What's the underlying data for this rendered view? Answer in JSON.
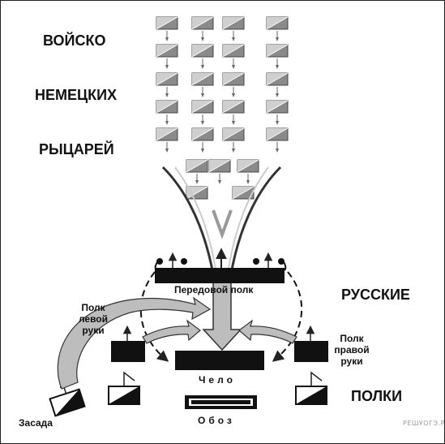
{
  "labels": {
    "army_line1": "ВОЙСКО",
    "army_line2": "НЕМЕЦКИХ",
    "army_line3": "РЫЦАРЕЙ",
    "russians": "РУССКИЕ",
    "regiments": "ПОЛКИ",
    "advance_regiment": "Передовой полк",
    "left_hand_line1": "Полк",
    "left_hand_line2": "левой",
    "left_hand_line3": "руки",
    "right_hand_line1": "Полк",
    "right_hand_line2": "правой",
    "right_hand_line3": "руки",
    "center": "Чело",
    "convoy": "Обоз",
    "ambush": "Засада",
    "watermark": "РЕШУОГЭ.РФ"
  },
  "colors": {
    "unit_fill": "#8a8a8a",
    "unit_light": "#cfcfcf",
    "regiment_fill": "#111111",
    "arrow_gray": "#b5b5b5",
    "line": "#222222"
  },
  "icons": {
    "knight_unit": "flag-icon",
    "russian_unit": "banner-icon",
    "warrior": "soldier-dot-icon"
  }
}
